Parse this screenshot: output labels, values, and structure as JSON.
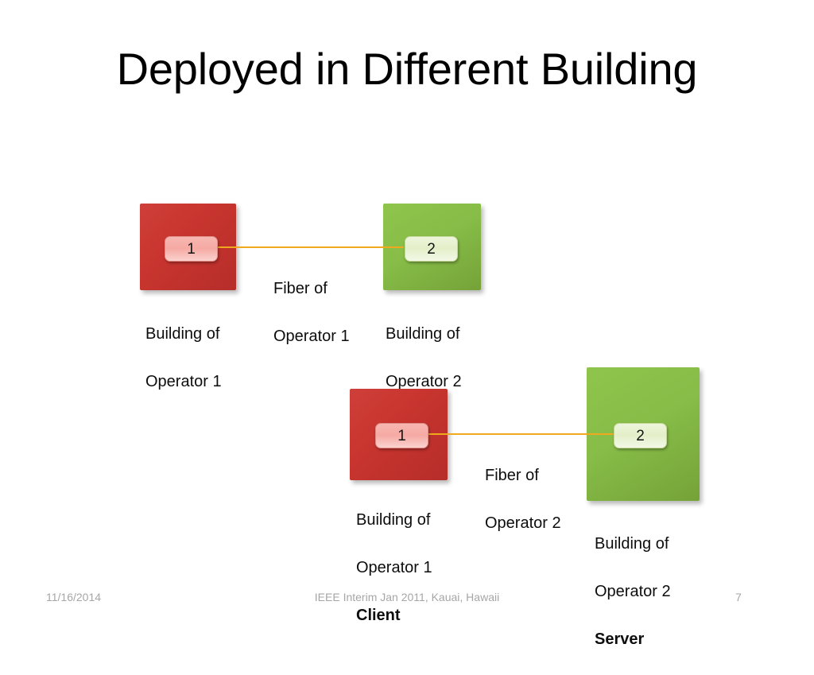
{
  "slide": {
    "title": "Deployed in Different Building",
    "page_number": "7",
    "background_color": "#ffffff"
  },
  "colors": {
    "red_building": "#c9352f",
    "green_building": "#87bd48",
    "pink_badge": "#f6a9a3",
    "light_green_badge": "#e4efc9",
    "fiber_line": "#f0a91e",
    "title_text": "#000000",
    "footer_text": "#a6a6a6"
  },
  "diagrams": [
    {
      "id": "top-scenario",
      "left_building": {
        "label_line1": "Building of",
        "label_line2": "Operator 1",
        "role": "",
        "badge": "1",
        "color": "red"
      },
      "right_building": {
        "label_line1": "Building of",
        "label_line2": "Operator 2",
        "role": "",
        "badge": "2",
        "color": "green"
      },
      "link": {
        "label_line1": "Fiber of",
        "label_line2": "Operator 1"
      }
    },
    {
      "id": "bottom-scenario",
      "left_building": {
        "label_line1": "Building of",
        "label_line2": "Operator 1",
        "role": "Client",
        "badge": "1",
        "color": "red"
      },
      "right_building": {
        "label_line1": "Building of",
        "label_line2": "Operator 2",
        "role": "Server",
        "badge": "2",
        "color": "green"
      },
      "link": {
        "label_line1": "Fiber of",
        "label_line2": "Operator 2"
      }
    }
  ],
  "footer": {
    "date": "11/16/2014",
    "note": "IEEE Interim Jan 2011, Kauai, Hawaii",
    "page": "7"
  }
}
